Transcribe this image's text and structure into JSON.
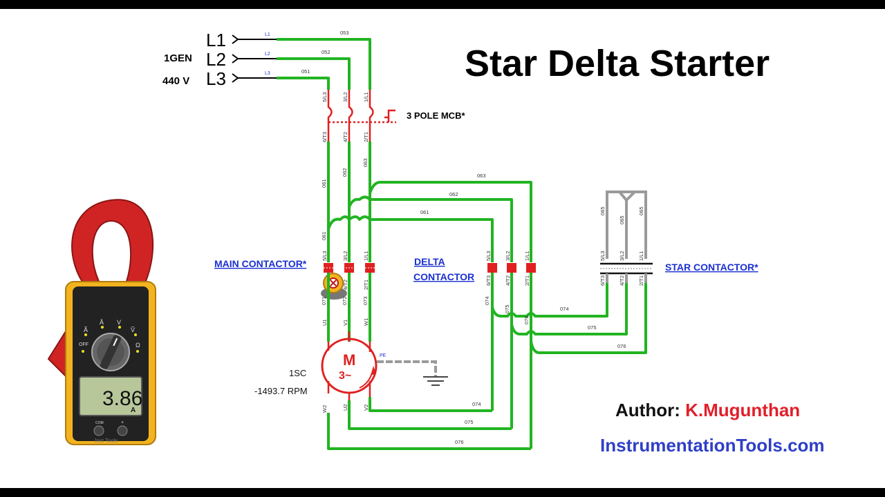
{
  "title": "Star Delta Starter",
  "author": {
    "label": "Author:",
    "name": "K.Mugunthan"
  },
  "website": "InstrumentationTools.com",
  "supply": {
    "phases": [
      "L1",
      "L2",
      "L3"
    ],
    "generator": "1GEN",
    "voltage": "440 V",
    "terminal_tags": [
      "L1",
      "L2",
      "L3"
    ],
    "wire_tags": [
      "053",
      "052",
      "051"
    ]
  },
  "mcb": {
    "label": "3 POLE MCB*",
    "top_terminals": [
      "5/L3",
      "3/L2",
      "1/L1"
    ],
    "bottom_terminals": [
      "6/T3",
      "4/T2",
      "2/T1"
    ]
  },
  "wires": {
    "after_mcb": [
      "061",
      "062",
      "063"
    ],
    "to_delta": [
      "063",
      "062",
      "061"
    ],
    "main_out": [
      "073",
      "072",
      "071"
    ],
    "delta_out": [
      "074",
      "075",
      "076"
    ],
    "star_in": [
      "074",
      "075",
      "076"
    ],
    "star_bridge": [
      "065",
      "065",
      "065"
    ],
    "motor_return": [
      "074",
      "075",
      "076"
    ]
  },
  "main_contactor": {
    "label": "MAIN CONTACTOR*",
    "top_terminals": [
      "5/L3",
      "3/L2",
      "1/L1"
    ],
    "bottom_terminals": [
      "6/T3",
      "4/T2",
      "2/T1"
    ]
  },
  "delta_contactor": {
    "label_line1": "DELTA",
    "label_line2": "CONTACTOR",
    "top_terminals": [
      "5/L3",
      "3/L2",
      "1/L1"
    ],
    "bottom_terminals": [
      "6/T3",
      "4/T2",
      "2/T1"
    ]
  },
  "star_contactor": {
    "label": "STAR CONTACTOR*",
    "top_terminals": [
      "5/L3",
      "3/L2",
      "1/L1"
    ],
    "bottom_terminals": [
      "6/T3",
      "4/T2",
      "2/T1"
    ]
  },
  "motor": {
    "id": "1SC",
    "speed": "-1493.7 RPM",
    "symbol": "M",
    "phase_symbol": "3~",
    "top_terminals": [
      "U1",
      "V1",
      "W1"
    ],
    "bottom_terminals": [
      "W2",
      "U2",
      "V2"
    ],
    "earth_tag": "PE"
  },
  "clamp_meter": {
    "reading": "3.86",
    "unit": "A",
    "dial_positions": [
      "Ã",
      "Ā",
      "V",
      "Ṽ"
    ],
    "off_label": "OFF",
    "ohm_label": "Ω",
    "jack_labels": [
      "COM",
      "+"
    ],
    "brand": "Inst Tools"
  },
  "colors": {
    "wire": "#22b422",
    "breaker": "#e02020",
    "link": "#1a2fd0",
    "meter_body": "#f2b31e",
    "meter_jaw": "#d02424"
  }
}
